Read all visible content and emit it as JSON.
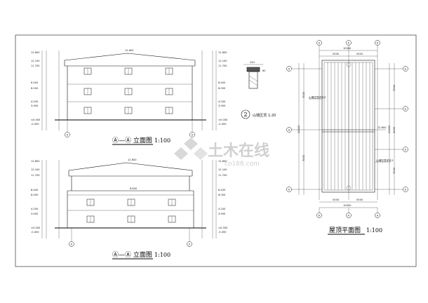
{
  "elevation_top": {
    "title": "Ⓐ—Ⓐ 立面图",
    "scale": "1:100",
    "ridge_level": "12.600",
    "levels_left": [
      "12.600",
      "12.100",
      "11.700",
      "8.400",
      "8.000",
      "4.200",
      "3.900",
      "±0.000",
      "-0.450"
    ],
    "levels_right": [
      "12.600",
      "12.100",
      "11.700",
      "8.400",
      "8.000",
      "4.200",
      "3.900",
      "±0.000",
      "-0.450"
    ],
    "axis_left": "A",
    "axis_right": "A"
  },
  "elevation_bottom": {
    "title": "Ⓐ—Ⓐ 立面图",
    "scale": "1:100",
    "ridge_level": "12.600",
    "mid_level": "8.800",
    "levels_left": [
      "12.600",
      "12.100",
      "11.700",
      "8.400",
      "8.000",
      "4.200",
      "3.900",
      "±0.000",
      "-0.450"
    ],
    "levels_right": [
      "12.600",
      "12.100",
      "11.700",
      "8.400",
      "8.000",
      "4.200",
      "3.900",
      "±0.000",
      "-0.450"
    ],
    "axis_left": "A",
    "axis_right": "A"
  },
  "detail": {
    "number": "2",
    "title": "山墙压顶",
    "scale": "1:20",
    "dims": [
      "240",
      "60"
    ]
  },
  "roof_plan": {
    "title": "屋顶平面图",
    "scale": "1:100",
    "top_dims": [
      "5000",
      "5000",
      "10000"
    ],
    "bottom_dims": [
      "5000",
      "5000",
      "10000"
    ],
    "side_dims": [
      "7000",
      "7000",
      "2000",
      "21000"
    ],
    "ridge_label": "12.600",
    "note_left": "山墙压顶详见②",
    "note_right": "山墙压顶详见②",
    "axis_labels": [
      "A",
      "A",
      "A",
      "A",
      "A",
      "A",
      "A",
      "A",
      "A",
      "A",
      "A",
      "A"
    ]
  },
  "watermark": {
    "text": "土木在线",
    "url": "co188.com"
  }
}
